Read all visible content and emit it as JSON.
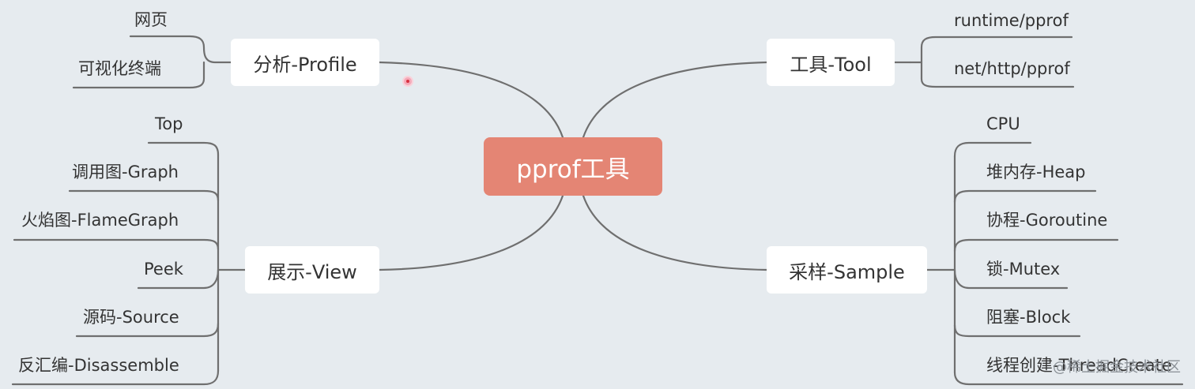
{
  "center": {
    "label": "pprof工具"
  },
  "branches": {
    "profile": {
      "label": "分析-Profile",
      "items": [
        "网页",
        "可视化终端"
      ]
    },
    "tool": {
      "label": "工具-Tool",
      "items": [
        "runtime/pprof",
        "net/http/pprof"
      ]
    },
    "view": {
      "label": "展示-View",
      "items": [
        "Top",
        "调用图-Graph",
        "火焰图-FlameGraph",
        "Peek",
        "源码-Source",
        "反汇编-Disassemble"
      ]
    },
    "sample": {
      "label": "采样-Sample",
      "items": [
        "CPU",
        "堆内存-Heap",
        "协程-Goroutine",
        "锁-Mutex",
        "阻塞-Block",
        "线程创建-ThreadCreate"
      ]
    }
  },
  "watermark": "@稀土掘金技术社区"
}
